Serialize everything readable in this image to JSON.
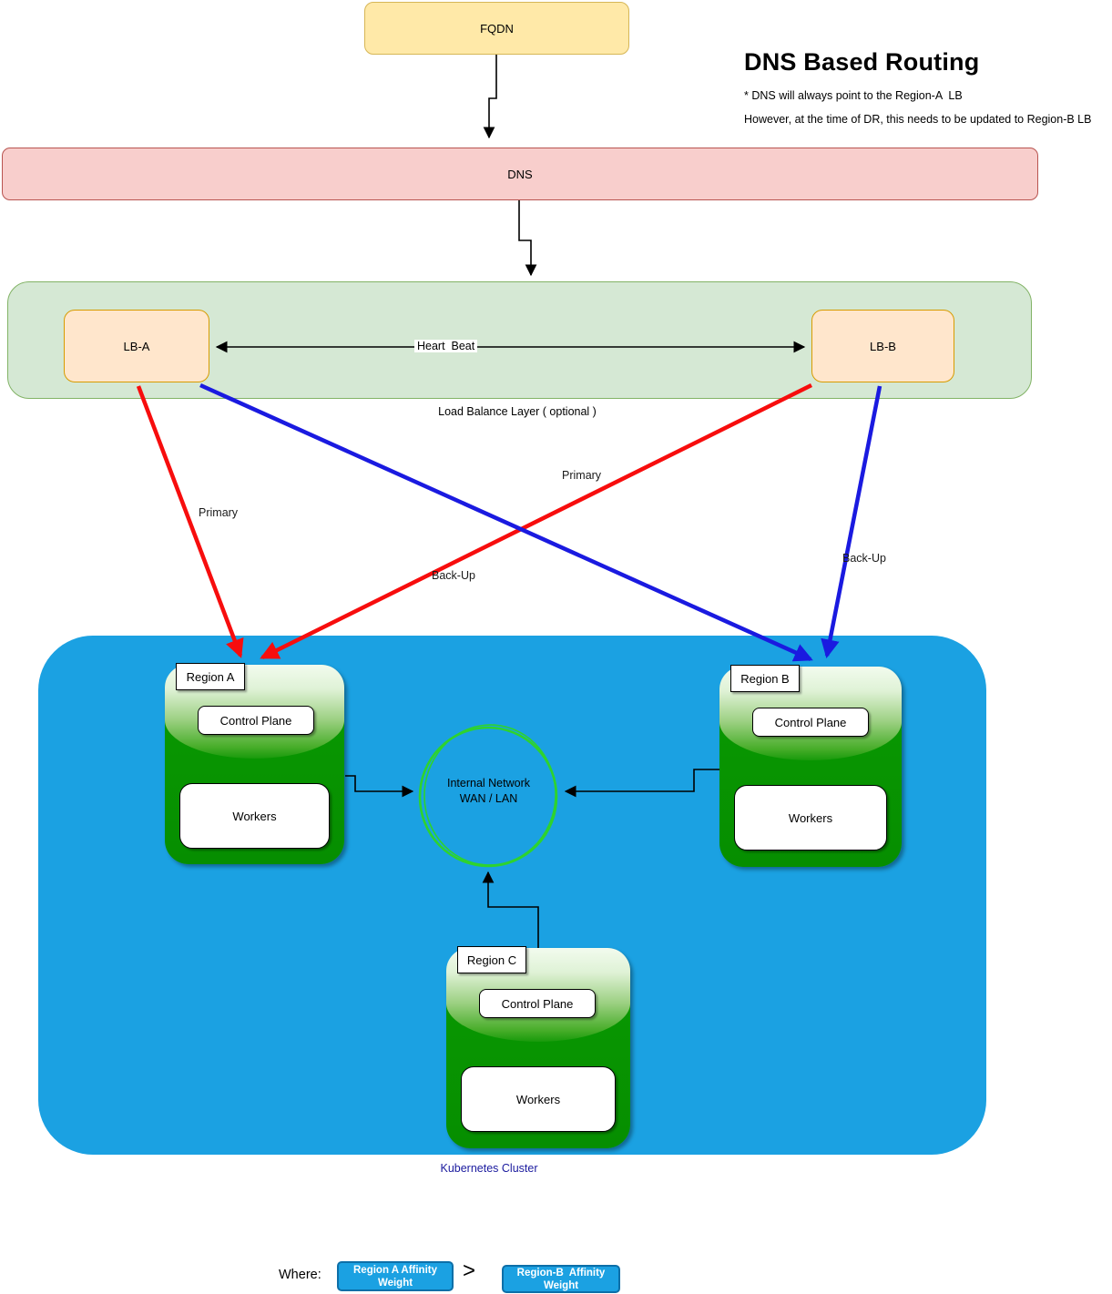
{
  "colors": {
    "fqdn_fill": "#ffe9a8",
    "fqdn_border": "#d6b656",
    "dns_fill": "#f8cecc",
    "dns_border": "#b85450",
    "lb_layer_fill": "#d5e8d4",
    "lb_layer_border": "#82b366",
    "lb_fill": "#ffe6cc",
    "lb_border": "#d79b00",
    "cluster_fill": "#1ba1e2",
    "region_green": "#068e00",
    "primary_arrow": "#f70d0d",
    "backup_arrow": "#1a1ae0",
    "network_circle": "#2ed32e",
    "cluster_label": "#1a1a9e",
    "weight_chip_fill": "#1ba1e2",
    "weight_chip_border": "#0d6fa8"
  },
  "header": {
    "title": "DNS Based Routing",
    "note1": "* DNS will always point to the Region-A  LB",
    "note2": "However, at the time of DR, this needs to be updated to Region-B LB"
  },
  "nodes": {
    "fqdn": "FQDN",
    "dns": "DNS"
  },
  "lb_layer": {
    "label": "Load Balance Layer ( optional )",
    "lb_a": "LB-A",
    "lb_b": "LB-B",
    "heartbeat": "Heart  Beat"
  },
  "edges": {
    "primary_lba_to_a": "Primary",
    "primary_lbb_to_a": "Primary",
    "backup_lba_to_b": "Back-Up",
    "backup_lbb_to_b": "Back-Up"
  },
  "cluster": {
    "label": "Kubernetes Cluster",
    "regions": [
      {
        "name": "Region A",
        "control_plane": "Control Plane",
        "workers": "Workers"
      },
      {
        "name": "Region B",
        "control_plane": "Control Plane",
        "workers": "Workers"
      },
      {
        "name": "Region C",
        "control_plane": "Control Plane",
        "workers": "Workers"
      }
    ],
    "network": {
      "line1": "Internal Network",
      "line2": "WAN / LAN"
    }
  },
  "legend": {
    "where": "Where:",
    "region_a_weight_line1": "Region A Affinity",
    "region_a_weight_line2": "Weight",
    "comparator": ">",
    "region_b_weight_line1": "Region-B  Affinity",
    "region_b_weight_line2": "Weight"
  }
}
